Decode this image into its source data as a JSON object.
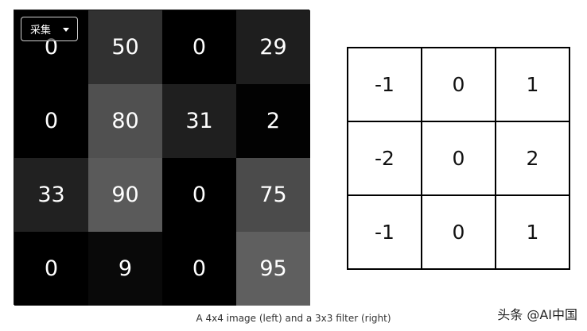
{
  "capture_dropdown": {
    "label": "采集"
  },
  "image": {
    "rows": [
      [
        {
          "value": "0",
          "gray": "#000000"
        },
        {
          "value": "50",
          "gray": "#313131"
        },
        {
          "value": "0",
          "gray": "#000000"
        },
        {
          "value": "29",
          "gray": "#1e1e1e"
        }
      ],
      [
        {
          "value": "0",
          "gray": "#000000"
        },
        {
          "value": "80",
          "gray": "#505050"
        },
        {
          "value": "31",
          "gray": "#1f1f1f"
        },
        {
          "value": "2",
          "gray": "#020202"
        }
      ],
      [
        {
          "value": "33",
          "gray": "#212121"
        },
        {
          "value": "90",
          "gray": "#5a5a5a"
        },
        {
          "value": "0",
          "gray": "#000000"
        },
        {
          "value": "75",
          "gray": "#4b4b4b"
        }
      ],
      [
        {
          "value": "0",
          "gray": "#000000"
        },
        {
          "value": "9",
          "gray": "#090909"
        },
        {
          "value": "0",
          "gray": "#000000"
        },
        {
          "value": "95",
          "gray": "#5f5f5f"
        }
      ]
    ]
  },
  "filter": {
    "rows": [
      [
        "-1",
        "0",
        "1"
      ],
      [
        "-2",
        "0",
        "2"
      ],
      [
        "-1",
        "0",
        "1"
      ]
    ]
  },
  "caption": "A 4x4 image (left) and a 3x3 filter (right)",
  "watermark": "头条 @AI中国"
}
